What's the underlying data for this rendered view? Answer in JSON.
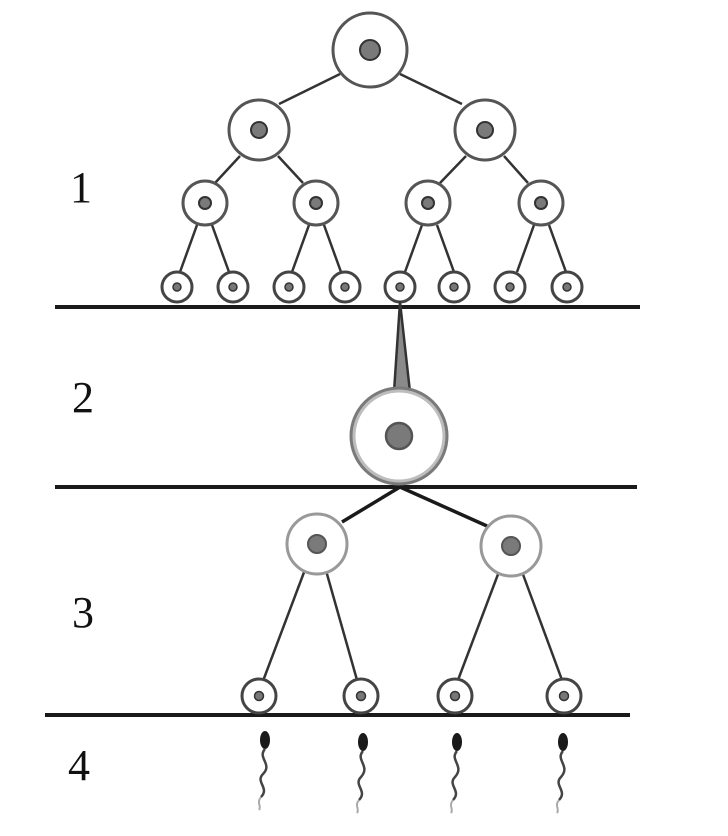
{
  "stages": [
    {
      "label": "1"
    },
    {
      "label": "2"
    },
    {
      "label": "3"
    },
    {
      "label": "4"
    }
  ],
  "colors": {
    "ink": "#1a1a1a",
    "cell_outline": "#555555",
    "nucleus": "#7a7a7a",
    "tail": "#8a8a8a"
  }
}
